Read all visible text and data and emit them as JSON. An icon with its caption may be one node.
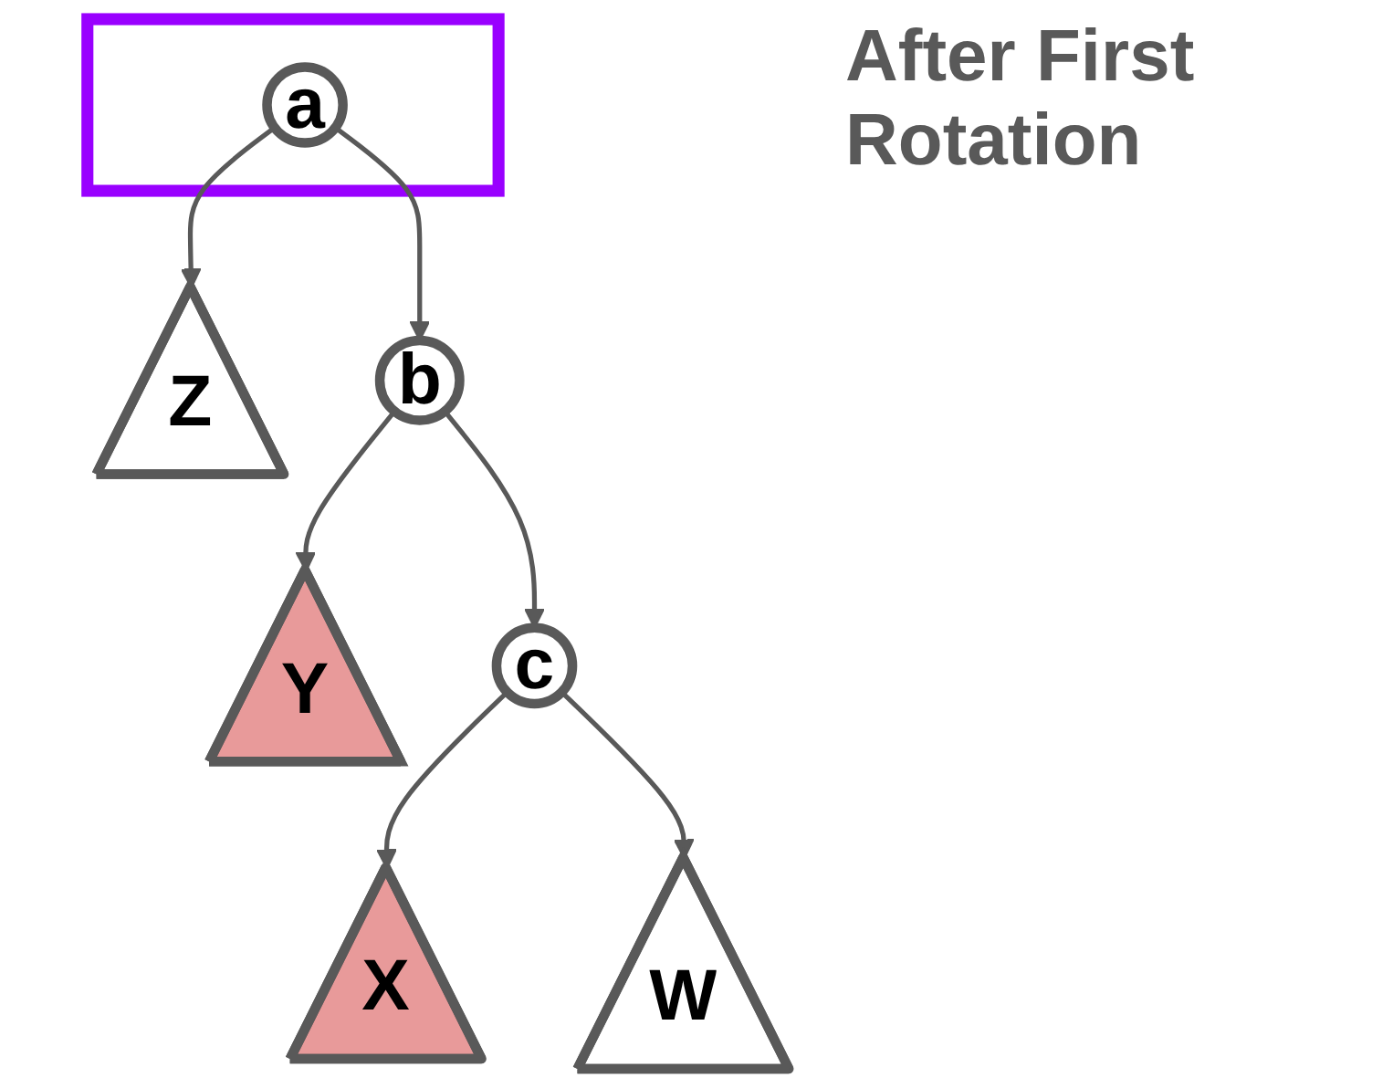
{
  "diagram": {
    "title": "After First Rotation",
    "nodes": [
      {
        "text": [],
        "shape": "box"
      },
      {
        "text": [
          "a"
        ],
        "in": 0
      },
      {
        "text": [
          "Z"
        ]
      },
      {
        "text": [
          "b"
        ]
      },
      {
        "text": [
          "Y"
        ]
      },
      {
        "text": [
          "c"
        ]
      },
      {
        "text": [
          "X"
        ]
      },
      {
        "text": [
          "W"
        ]
      }
    ],
    "edges": [
      {
        "from": 1,
        "to": 2,
        "arrow": "to"
      },
      {
        "from": 1,
        "to": 3,
        "arrow": "to"
      },
      {
        "from": 3,
        "to": 4,
        "arrow": "to"
      },
      {
        "from": 3,
        "to": 5,
        "arrow": "to"
      },
      {
        "from": 5,
        "to": 6,
        "arrow": "to"
      },
      {
        "from": 5,
        "to": 7,
        "arrow": "to"
      }
    ]
  }
}
